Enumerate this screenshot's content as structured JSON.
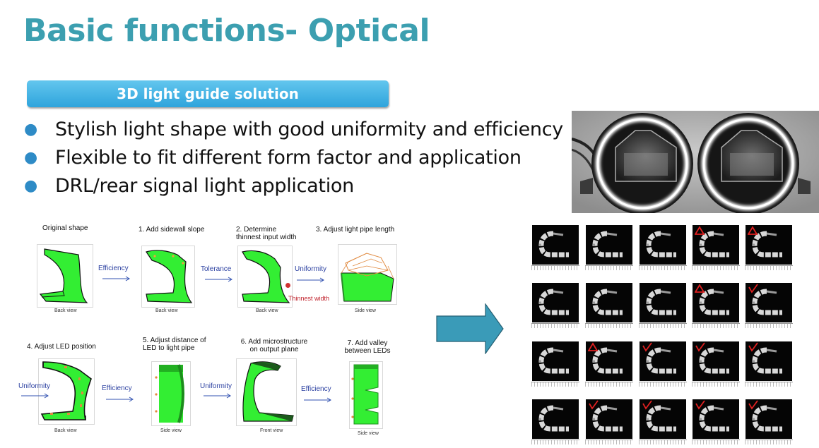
{
  "slide": {
    "title": "Basic functions- Optical",
    "banner": "3D light guide solution",
    "bullets": [
      "Stylish light shape with good uniformity and efficiency",
      "Flexible to fit different form factor and application",
      "DRL/rear signal light application"
    ]
  },
  "process": {
    "steps": [
      "Original shape",
      "1. Add sidewall slope",
      "2. Determine thinnest input width",
      "3. Adjust light pipe length",
      "4. Adjust LED position",
      "5. Adjust distance of LED to light pipe",
      "6. Add microstructure on output plane",
      "7. Add valley between LEDs"
    ],
    "views": [
      "Back view",
      "Back view",
      "Back view",
      "Side view",
      "Back view",
      "Side view",
      "Front view",
      "Side view"
    ],
    "arrows_row1": [
      "Efficiency",
      "Tolerance",
      "Uniformity"
    ],
    "thinnest_label": "Thinnest width",
    "arrows_row2": [
      "Uniformity",
      "Efficiency",
      "Uniformity",
      "Efficiency"
    ]
  },
  "results": {
    "marks": [
      [
        "none",
        "none",
        "none",
        "triangle",
        "triangle"
      ],
      [
        "none",
        "none",
        "none",
        "triangle",
        "check"
      ],
      [
        "none",
        "triangle",
        "check",
        "check",
        "check"
      ],
      [
        "none",
        "check",
        "check",
        "check",
        "check"
      ]
    ]
  },
  "colors": {
    "title": "#3c9fb0",
    "banner": "#2ea4dc",
    "bullet": "#2e8bc6",
    "lightguide": "#33ee33",
    "big_arrow": "#3a9bb8"
  }
}
